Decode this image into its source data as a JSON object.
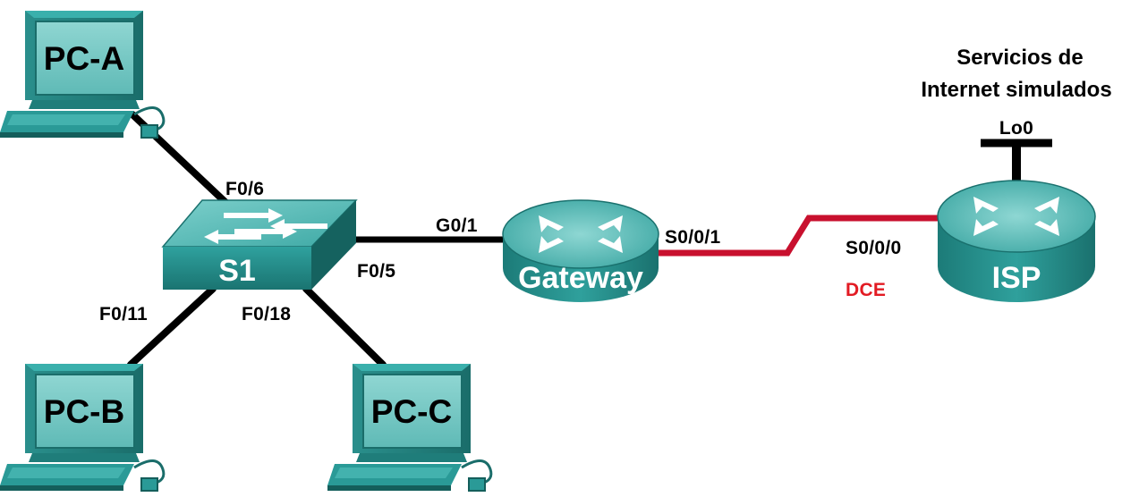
{
  "devices": {
    "pc_a": "PC-A",
    "pc_b": "PC-B",
    "pc_c": "PC-C",
    "switch": "S1",
    "gateway": "Gateway",
    "isp": "ISP"
  },
  "ports": {
    "s1_f0_6": "F0/6",
    "s1_f0_11": "F0/11",
    "s1_f0_18": "F0/18",
    "s1_f0_5": "F0/5",
    "gw_g0_1": "G0/1",
    "gw_s0_0_1": "S0/0/1",
    "isp_s0_0_0": "S0/0/0",
    "dce": "DCE",
    "loopback": "Lo0"
  },
  "internet": {
    "line1": "Servicios de",
    "line2": "Internet simulados"
  },
  "colors": {
    "serial_link": "#c8102e",
    "device_teal": "#2a9a97",
    "dce_text": "#e21b23"
  }
}
